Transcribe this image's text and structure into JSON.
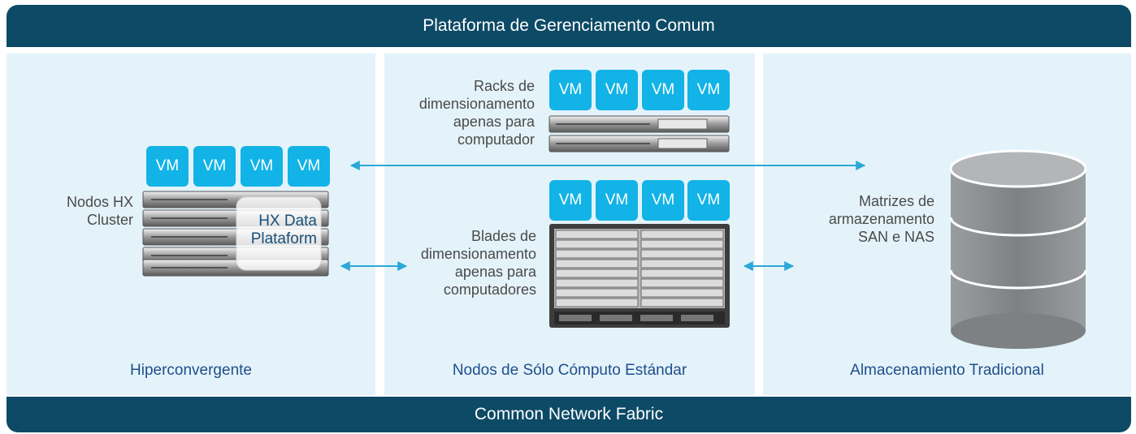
{
  "header": {
    "title": "Plataforma de Gerenciamento Comum"
  },
  "footer": {
    "title": "Common Network Fabric"
  },
  "vm_label": "VM",
  "panels": {
    "hyperconverged": {
      "caption": "Hiperconvergente",
      "node_label": "Nodos HX\nCluster",
      "platform_label": "HX Data\nPlataform"
    },
    "compute": {
      "caption": "Nodos de Sólo Cómputo Estándar",
      "racks_label": "Racks de\ndimensionamento\napenas para\ncomputador",
      "blades_label": "Blades de\ndimensionamento\napenas para\ncomputadores"
    },
    "storage": {
      "caption": "Almacenamiento Tradicional",
      "arrays_label": "Matrizes de\narmazenamento\nSAN e NAS"
    }
  },
  "colors": {
    "bar": "#0d4a66",
    "panel": "#e4f3fa",
    "vm": "#12b3e6",
    "arrow": "#2aa8d8",
    "caption": "#1f4e8c",
    "database": "#8a8d8f"
  }
}
